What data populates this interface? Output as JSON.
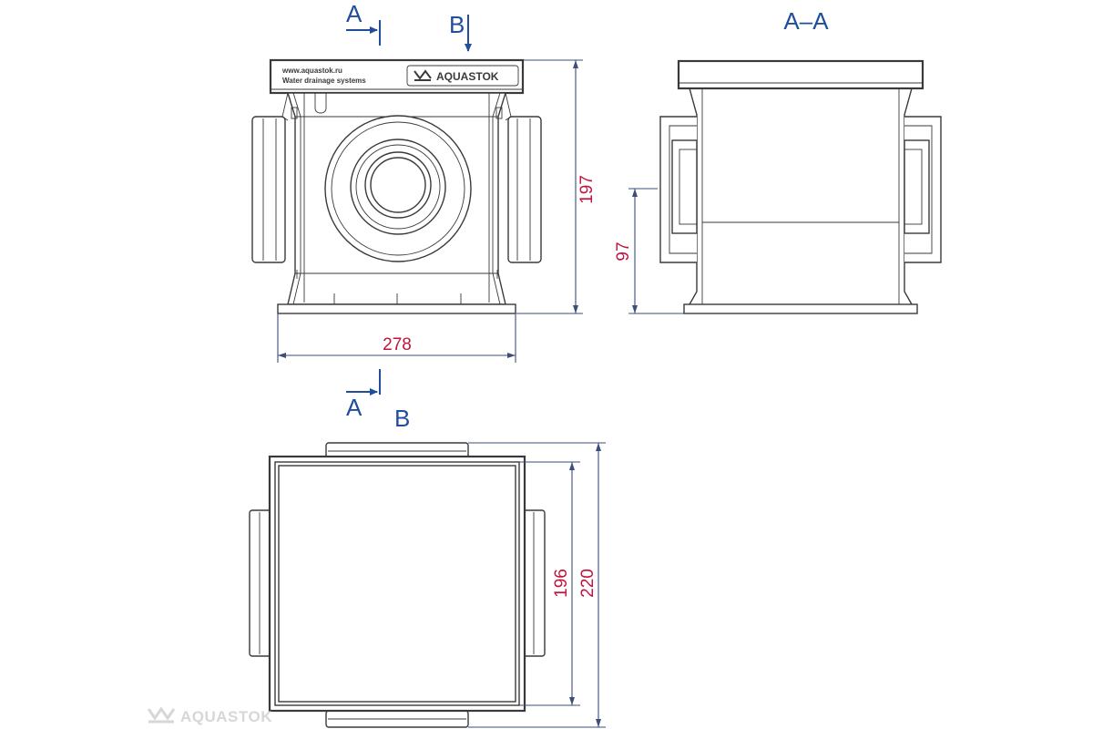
{
  "section_labels": {
    "cut_a_top": "A",
    "view_b_top": "B",
    "cut_a_bottom": "A",
    "section_title": "A–A",
    "plan_title": "B"
  },
  "dimensions": {
    "front_width": "278",
    "front_height": "197",
    "section_height": "97",
    "plan_inner": "196",
    "plan_outer": "220"
  },
  "nameplate": {
    "url": "www.aquastok.ru",
    "tagline": "Water drainage systems",
    "brand": "AQUASTOK"
  },
  "watermark": {
    "brand": "AQUASTOK"
  },
  "colors": {
    "line": "#3a3a3a",
    "dimension_line": "#3b4f7a",
    "dimension_text": "#c0143c",
    "section_marker": "#1f4e9a",
    "watermark": "#d7d7d7"
  }
}
